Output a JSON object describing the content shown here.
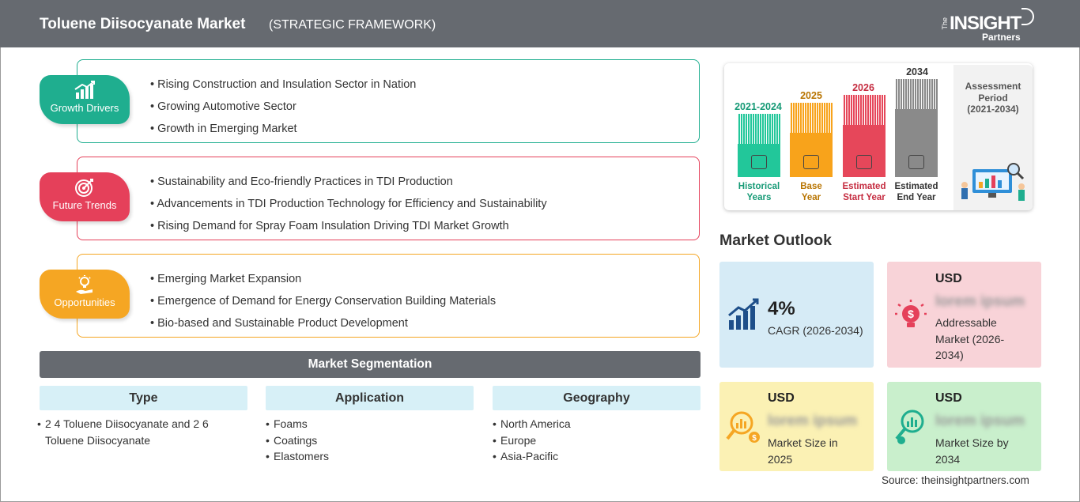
{
  "header": {
    "title": "Toluene Diisocyanate Market",
    "subtitle": "(STRATEGIC FRAMEWORK)",
    "logo": {
      "the": "The",
      "insight": "INSIGHT",
      "partners": "Partners"
    }
  },
  "framework": [
    {
      "label": "Growth Drivers",
      "color": "#1fae8f",
      "icon": "bar-chart-growth-icon",
      "items": [
        "Rising Construction and Insulation Sector in Nation",
        "Growing Automotive Sector",
        "Growth in Emerging Market"
      ]
    },
    {
      "label": "Future Trends",
      "color": "#e5405a",
      "icon": "target-icon",
      "items": [
        "Sustainability and Eco-friendly Practices in TDI Production",
        "Advancements in TDI Production Technology for Efficiency and Sustainability",
        "Rising Demand for Spray Foam Insulation Driving TDI Market Growth"
      ]
    },
    {
      "label": "Opportunities",
      "color": "#f5a623",
      "icon": "lightbulb-hand-icon",
      "items": [
        "Emerging Market Expansion",
        "Emergence of Demand for Energy Conservation Building Materials",
        "Bio-based and Sustainable Product Development"
      ]
    }
  ],
  "segmentation": {
    "title": "Market Segmentation",
    "columns": [
      {
        "head": "Type",
        "items": [
          "2 4 Toluene Diisocyanate and 2 6 Toluene Diisocyanate"
        ]
      },
      {
        "head": "Application",
        "items": [
          "Foams",
          "Coatings",
          "Elastomers"
        ]
      },
      {
        "head": "Geography",
        "items": [
          "North America",
          "Europe",
          "Asia-Pacific"
        ]
      }
    ]
  },
  "timeline": {
    "bars": [
      {
        "year": "2021-2024",
        "label": "Historical Years",
        "l1": "Historical",
        "l2": "Years",
        "color": "#22c79a",
        "year_color": "#169a76",
        "icon": "history-clock-icon"
      },
      {
        "year": "2025",
        "label": "Base Year",
        "l1": "Base",
        "l2": "Year",
        "color": "#f8a31b",
        "year_color": "#b87400",
        "icon": "calendar-icon"
      },
      {
        "year": "2026",
        "label": "Estimated Start Year",
        "l1": "Estimated",
        "l2": "Start Year",
        "color": "#e6475a",
        "year_color": "#c52c40",
        "icon": "start-chart-icon"
      },
      {
        "year": "2034",
        "label": "Estimated End Year",
        "l1": "Estimated",
        "l2": "End Year",
        "color": "#8a8a8a",
        "year_color": "#333333",
        "icon": "presentation-icon"
      }
    ],
    "assessment": {
      "l1": "Assessment",
      "l2": "Period",
      "l3": "(2021-2034)"
    }
  },
  "outlook": {
    "title": "Market Outlook",
    "cagr": {
      "value": "4%",
      "label": "CAGR (2026-2034)",
      "color": "#d6ebf6"
    },
    "addressable": {
      "usd": "USD",
      "value": "lorem ipsum",
      "l1": "Addressable",
      "l2": "Market (2026-",
      "l3": "2034)",
      "color": "#f8d3d8"
    },
    "size2025": {
      "usd": "USD",
      "value": "lorem ipsum",
      "l1": "Market Size in",
      "l2": "2025",
      "color": "#fbf1b4"
    },
    "size2034": {
      "usd": "USD",
      "value": "lorem ipsum",
      "l1": "Market Size by",
      "l2": "2034",
      "color": "#c9efcc"
    }
  },
  "source": "Source: theinsightpartners.com"
}
